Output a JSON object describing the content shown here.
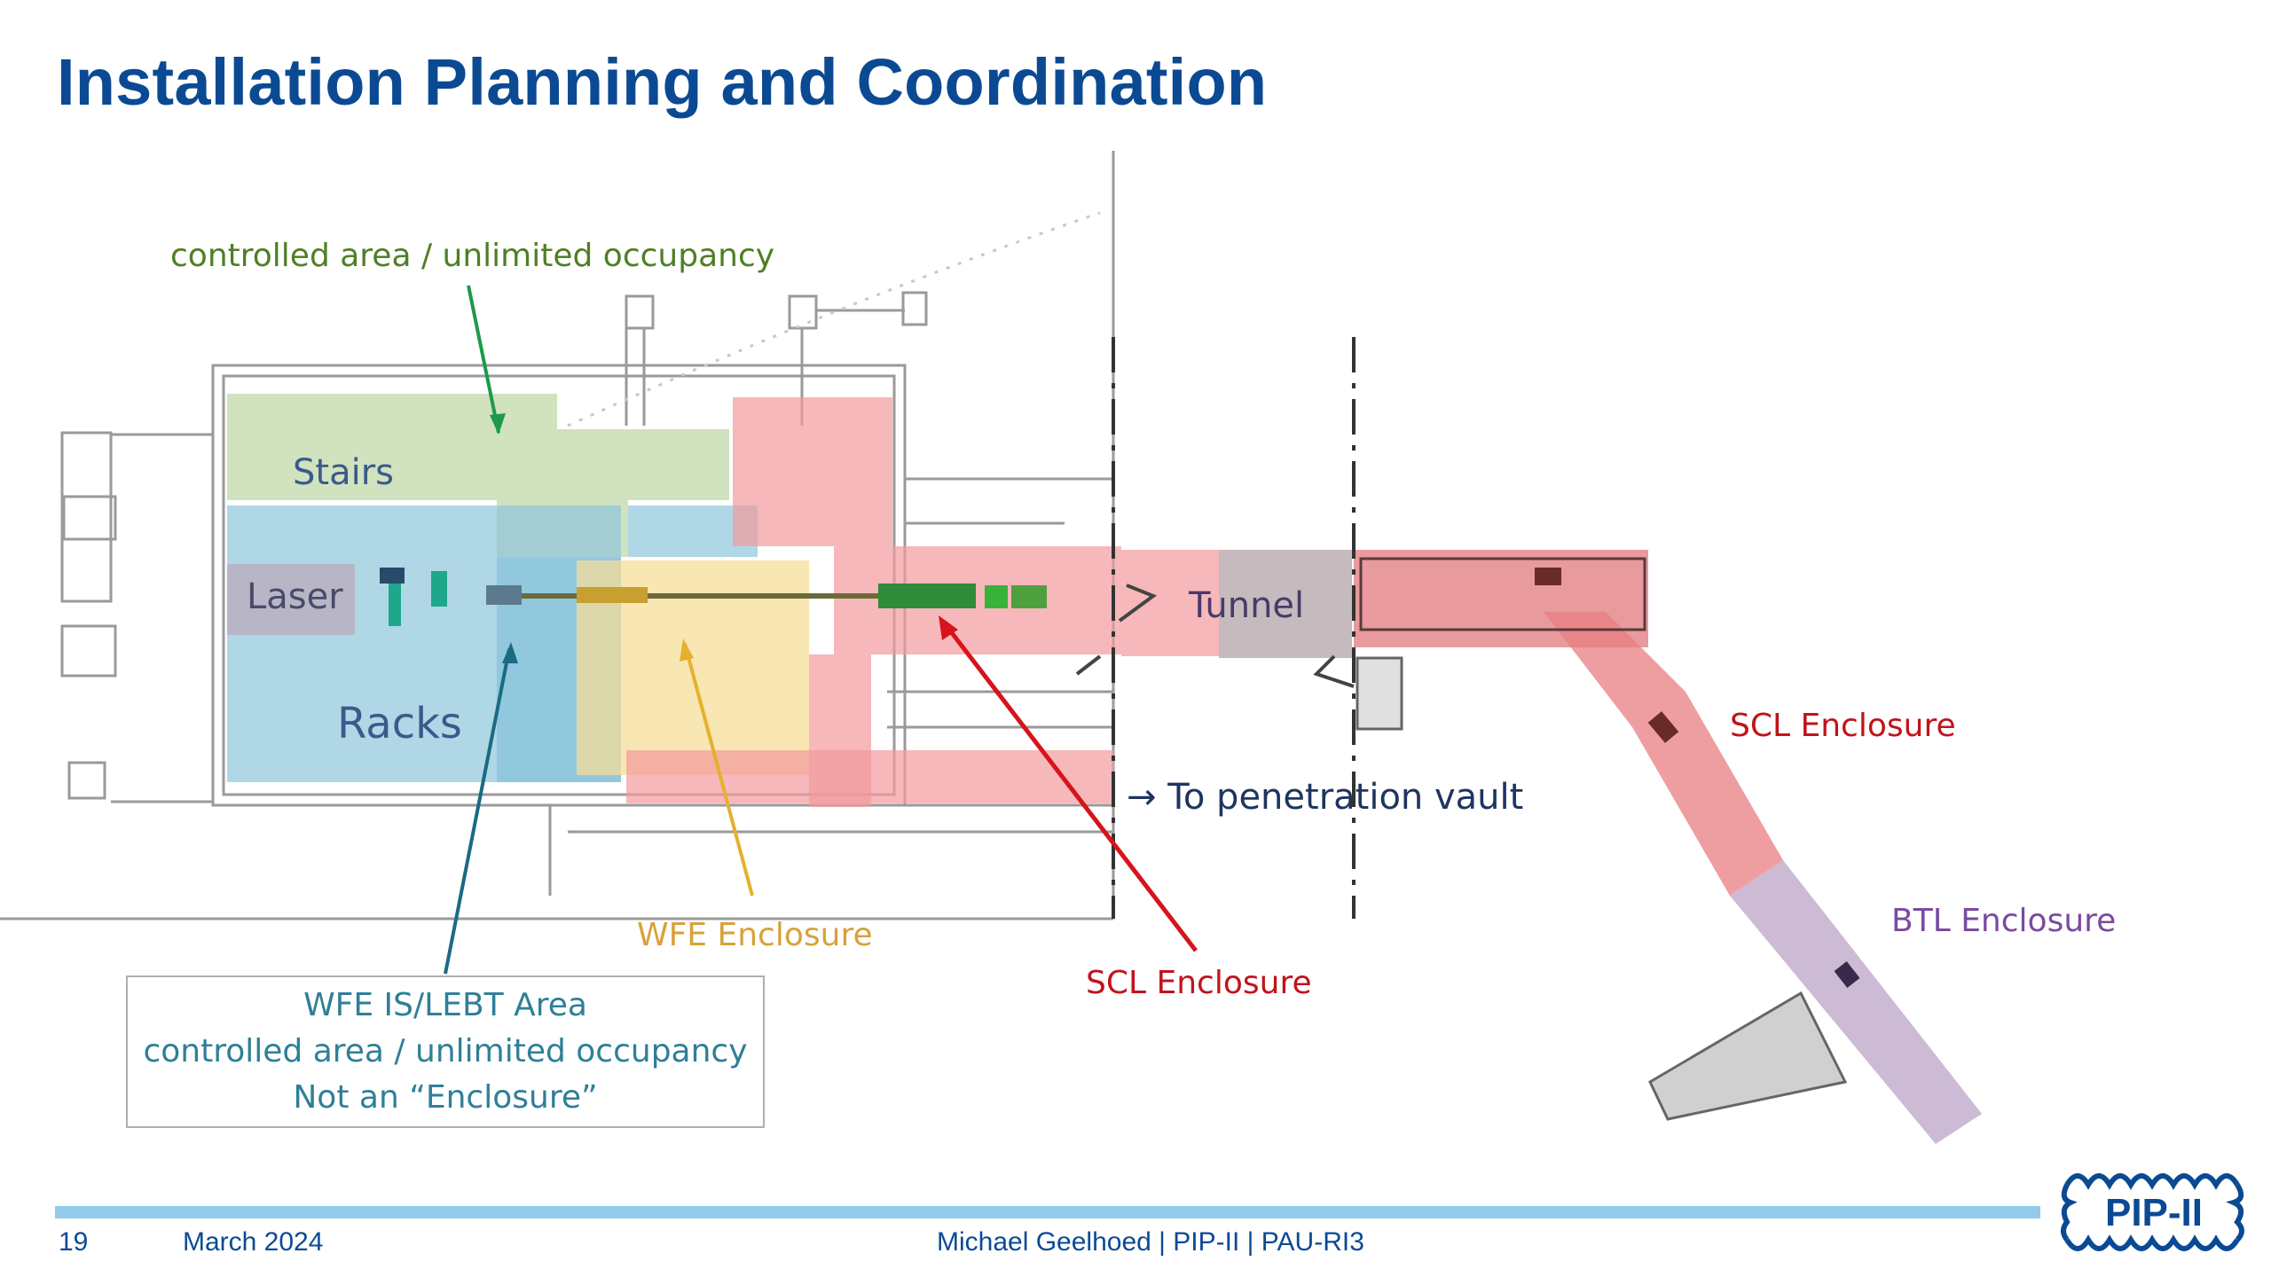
{
  "title": "Installation Planning and Coordination",
  "labels": {
    "controlled_area_top": "controlled area / unlimited occupancy",
    "stairs": "Stairs",
    "laser": "Laser",
    "racks": "Racks",
    "tunnel": "Tunnel",
    "penetration_vault": "→ To penetration vault",
    "wfe_enclosure": "WFE Enclosure",
    "scl_enclosure_bottom": "SCL Enclosure",
    "scl_enclosure_right": "SCL Enclosure",
    "btl_enclosure": "BTL Enclosure"
  },
  "callout": {
    "line1": "WFE IS/LEBT Area",
    "line2": "controlled area / unlimited occupancy",
    "line3": "Not an “Enclosure”"
  },
  "footer": {
    "page_number": "19",
    "date": "March 2024",
    "presenter": "Michael Geelhoed | PIP-II | PAU-RI3"
  },
  "logo": {
    "text": "PIP-II"
  },
  "colors": {
    "title": "#0b4a93",
    "controlled_green": "#5a8a2a",
    "wfe_gold": "#d7a23a",
    "scl_red": "#c0141b",
    "btl_purple": "#7a4aa0",
    "racks_blue": "#3b5a8a",
    "footer_bar": "#92cbe9"
  }
}
